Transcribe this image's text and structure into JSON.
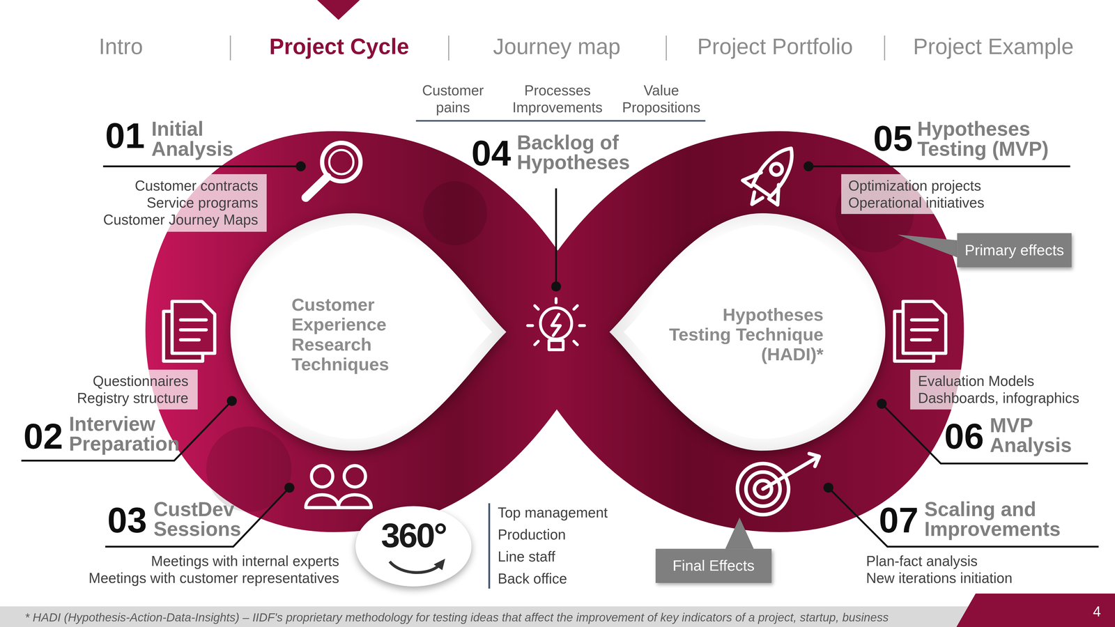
{
  "diagram": {
    "caption": "* HADI (Hypothesis-Action-Data-Insights) – IIDF's proprietary methodology for testing ideas that affect the improvement of key indicators of a project, startup, business",
    "nodes": [
      {
        "text": [
          "Customer contracts Service programs Customer Journey Maps"
        ]
      },
      {
        "text": [
          "Optimization projects Operational initiatives"
        ]
      },
      {
        "text": [
          "Primary effects"
        ]
      },
      {
        "text": [
          "Customer Experience Research Techniques"
        ]
      },
      {
        "text": [
          "Hypotheses Testing Technique (HADI)*"
        ]
      },
      {
        "text": [
          "Questionnaires Registry structure"
        ]
      },
      {
        "text": [
          "Evaluation Models Dashboards, infographics"
        ]
      },
      {
        "text": [
          "360°"
        ]
      },
      {
        "text": [
          "Final Effects"
        ]
      }
    ],
    "labels": [
      "Intro",
      "Project Cycle",
      "Journey map",
      "Project Portfolio",
      "Project Example",
      "Customer pains",
      "Processes Improvements",
      "Value Propositions",
      "01",
      "Initial Analysis",
      "04",
      "Backlog of Hypotheses",
      "05",
      "Hypotheses Testing (MVP)",
      "02",
      "Interview Preparation",
      "06",
      "MVP Analysis",
      "03",
      "CustDev Sessions",
      "07",
      "Scaling and Improvements",
      "Top management",
      "Production",
      "Line staff",
      "Back office",
      "Meetings with internal experts",
      "Meetings with customer representatives",
      "Plan-fact analysis",
      "New iterations initiation",
      "4"
    ]
  }
}
